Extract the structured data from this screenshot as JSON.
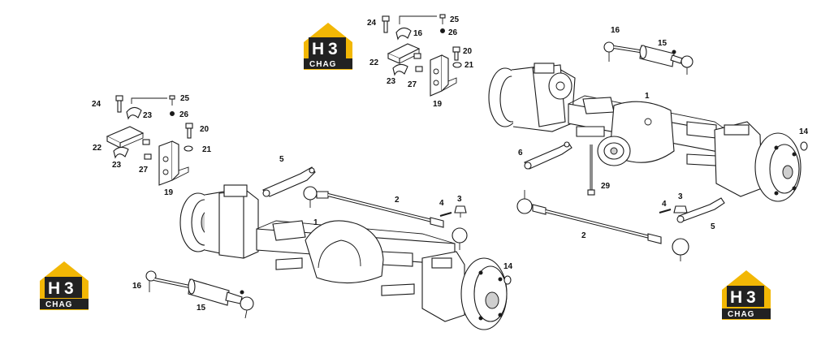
{
  "logo": {
    "h_letter": "H",
    "digit": "3",
    "word": "CHAG",
    "accent_color": "#f2b705",
    "dark_color": "#222222"
  },
  "labels": {
    "part_1": "1",
    "part_2": "2",
    "part_3": "3",
    "part_4": "4",
    "part_5": "5",
    "part_6": "6",
    "part_14": "14",
    "part_15": "15",
    "part_16": "16",
    "part_19": "19",
    "part_20": "20",
    "part_21": "21",
    "part_22": "22",
    "part_23": "23",
    "part_24": "24",
    "part_25": "25",
    "part_26": "26",
    "part_27": "27",
    "part_29": "29"
  }
}
